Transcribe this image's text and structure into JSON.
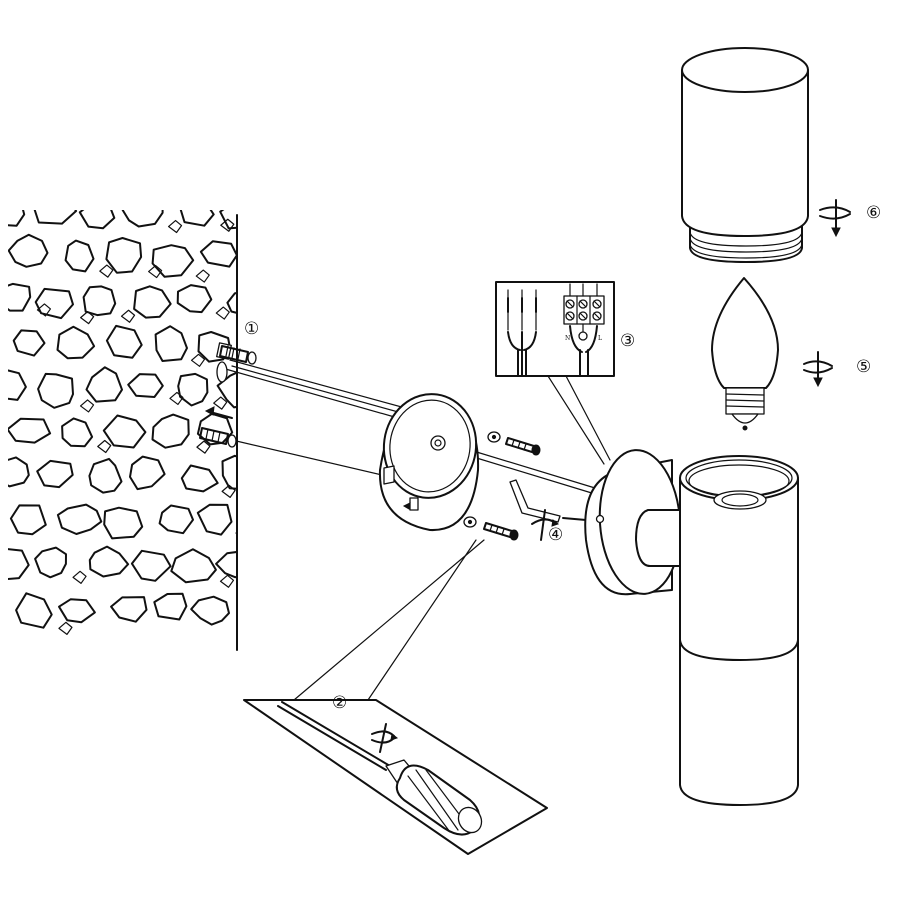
{
  "steps": [
    {
      "id": 1,
      "label": "①"
    },
    {
      "id": 2,
      "label": "②"
    },
    {
      "id": 3,
      "label": "③"
    },
    {
      "id": 4,
      "label": "④"
    },
    {
      "id": 5,
      "label": "⑤"
    },
    {
      "id": 6,
      "label": "⑥"
    }
  ],
  "terminal_labels": [
    "N",
    "⊕",
    "L"
  ],
  "colors": {
    "line": "#111111",
    "background": "#ffffff"
  }
}
